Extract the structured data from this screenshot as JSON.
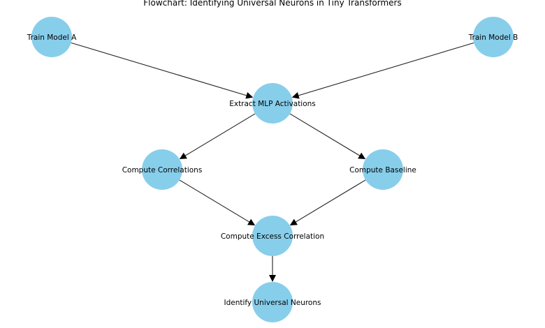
{
  "diagram": {
    "title": "Flowchart: Identifying Universal Neurons in Tiny Transformers",
    "node_color": "#87ceeb",
    "edge_color": "#222222",
    "nodes": [
      {
        "id": "train-a",
        "label": "Train Model A"
      },
      {
        "id": "train-b",
        "label": "Train Model B"
      },
      {
        "id": "extract",
        "label": "Extract MLP Activations"
      },
      {
        "id": "correlations",
        "label": "Compute Correlations"
      },
      {
        "id": "baseline",
        "label": "Compute Baseline"
      },
      {
        "id": "excess",
        "label": "Compute Excess Correlation"
      },
      {
        "id": "identify",
        "label": "Identify Universal Neurons"
      }
    ],
    "edges": [
      {
        "from": "train-a",
        "to": "extract"
      },
      {
        "from": "train-b",
        "to": "extract"
      },
      {
        "from": "extract",
        "to": "correlations"
      },
      {
        "from": "extract",
        "to": "baseline"
      },
      {
        "from": "correlations",
        "to": "excess"
      },
      {
        "from": "baseline",
        "to": "excess"
      },
      {
        "from": "excess",
        "to": "identify"
      }
    ]
  }
}
